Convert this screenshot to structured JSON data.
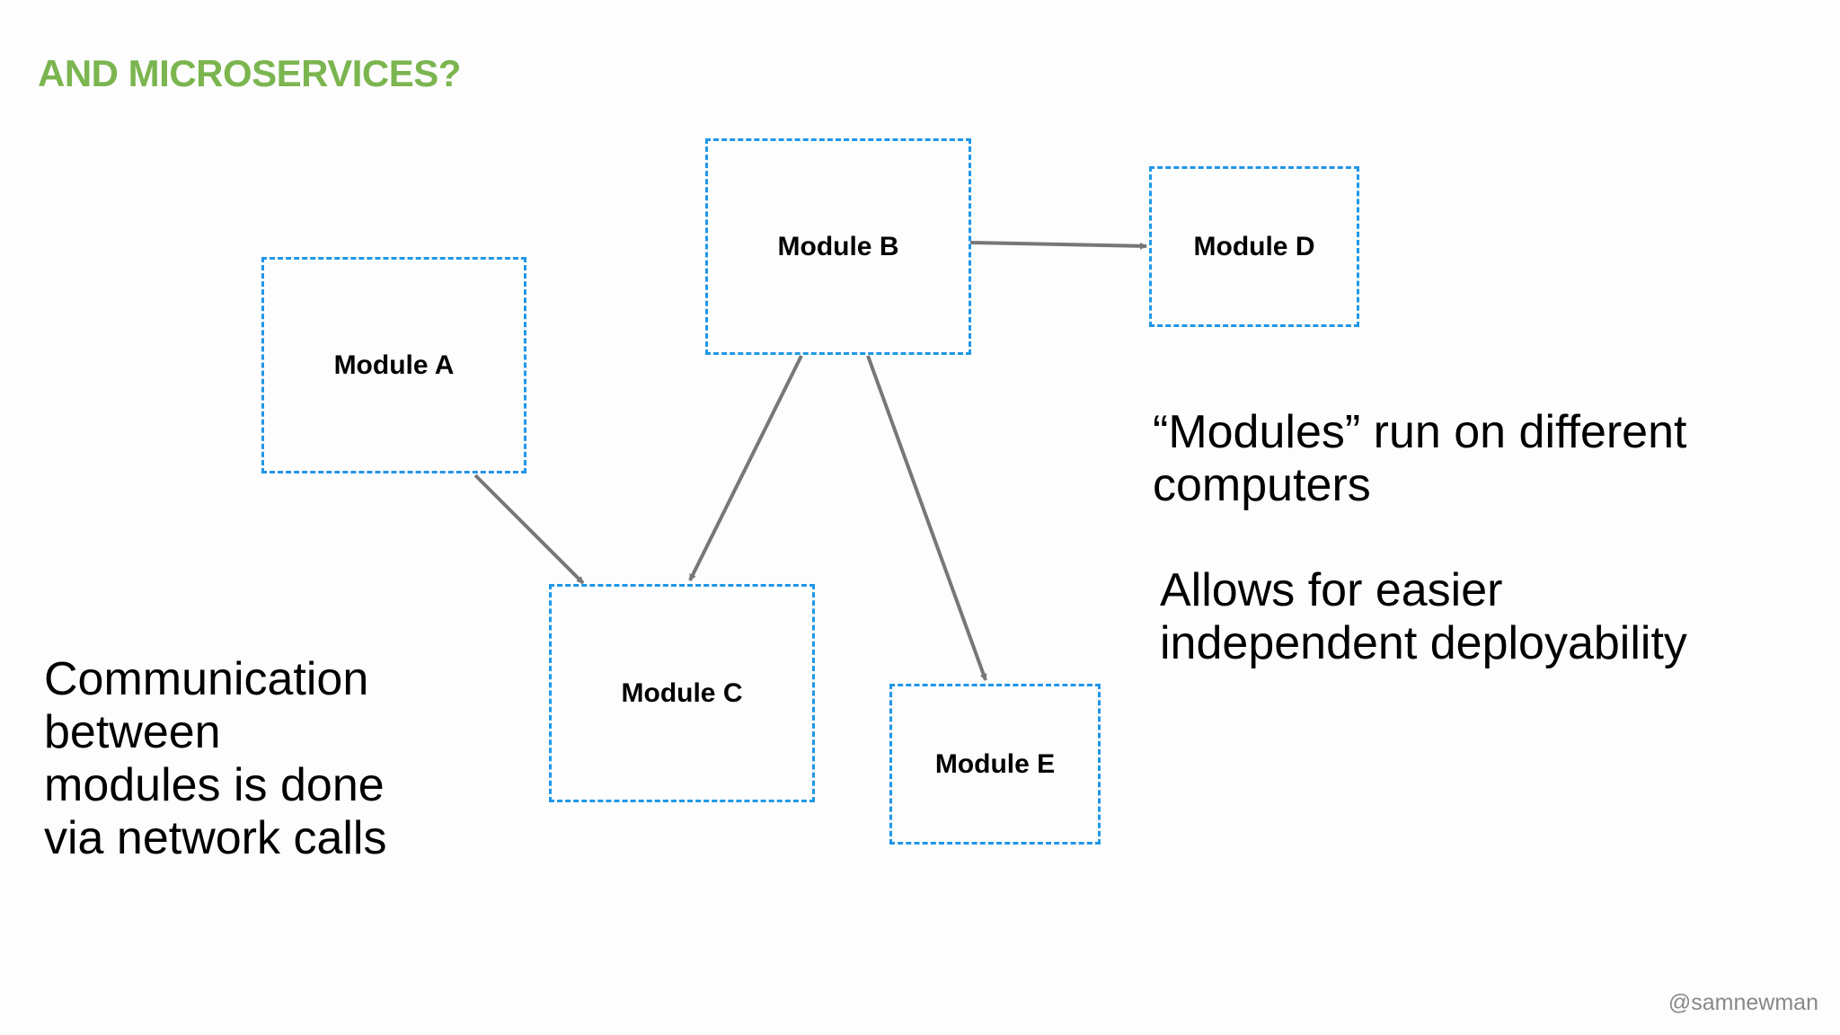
{
  "title": "AND MICROSERVICES?",
  "modules": {
    "a": "Module A",
    "b": "Module B",
    "c": "Module C",
    "d": "Module D",
    "e": "Module E"
  },
  "left_text": [
    "Communication",
    "between",
    "modules is done",
    "via network calls"
  ],
  "right_text_1": [
    "“Modules” run on different",
    "computers"
  ],
  "right_text_2": [
    "Allows for easier",
    "independent deployability"
  ],
  "watermark": "@samnewman",
  "colors": {
    "title": "#7bb54f",
    "box_border": "#1f97e8",
    "arrow": "#777777"
  }
}
